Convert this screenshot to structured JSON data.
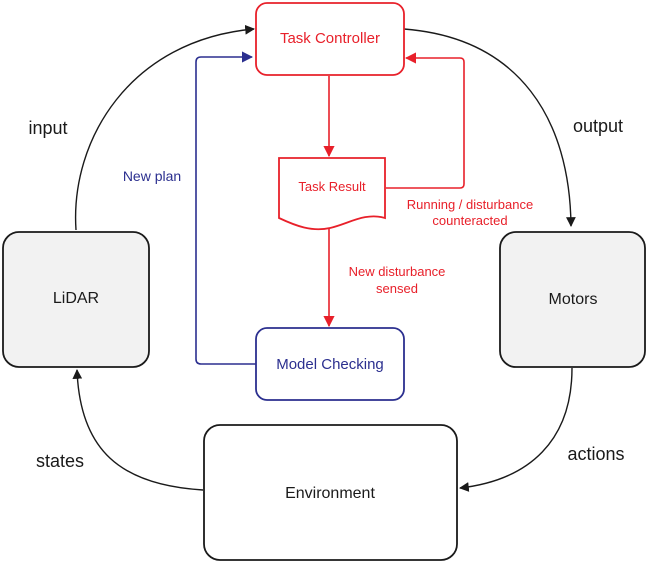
{
  "nodes": {
    "task_controller": "Task Controller",
    "task_result": "Task Result",
    "model_checking": "Model Checking",
    "lidar": "LiDAR",
    "motors": "Motors",
    "environment": "Environment"
  },
  "edge_labels": {
    "input": "input",
    "output": "output",
    "states": "states",
    "actions": "actions",
    "new_plan": "New plan",
    "running_line1": "Running / disturbance",
    "running_line2": "counteracted",
    "new_disturbance_line1": "New disturbance",
    "new_disturbance_line2": "sensed"
  },
  "colors": {
    "red": "#e8202a",
    "blue": "#2b2f8f",
    "black": "#1a1a1a",
    "box_fill": "#f2f2f2"
  }
}
